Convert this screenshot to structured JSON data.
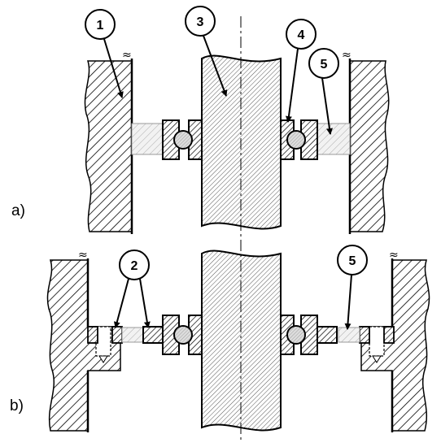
{
  "figure": {
    "panel_a_label": "a)",
    "panel_b_label": "b)",
    "callouts": {
      "c1": "1",
      "c2": "2",
      "c3": "3",
      "c4": "4",
      "c5a": "5",
      "c5b": "5"
    }
  }
}
